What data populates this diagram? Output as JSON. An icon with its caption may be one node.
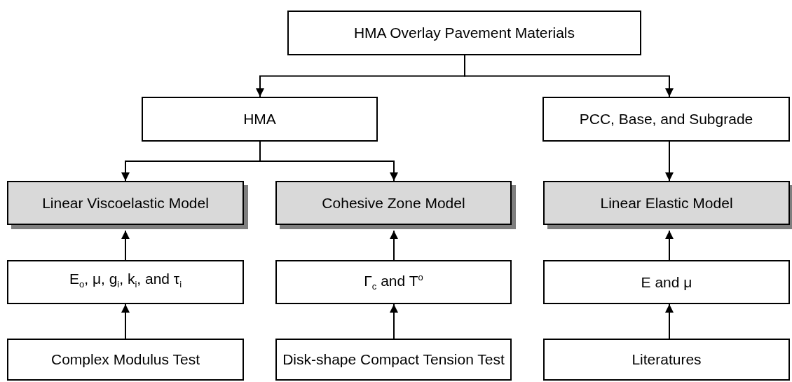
{
  "diagram": {
    "nodes": [
      {
        "text": [
          "HMA Overlay Pavement Materials"
        ]
      },
      {
        "text": [
          "HMA"
        ]
      },
      {
        "text": [
          "PCC, Base, and Subgrade"
        ]
      },
      {
        "text": [
          "Linear Viscoelastic Model"
        ]
      },
      {
        "text": [
          "Cohesive Zone Model"
        ]
      },
      {
        "text": [
          "Linear Elastic Model"
        ]
      },
      {
        "text": [
          "E$_{o}$, μ, g$_{i}$, k$_{i}$, and τ$_{i}$"
        ]
      },
      {
        "text": [
          "Γ$_{c}$ and T$^{o}$"
        ]
      },
      {
        "text": [
          "E and μ"
        ]
      },
      {
        "text": [
          "Complex Modulus Test"
        ]
      },
      {
        "text": [
          "Disk-shape Compact Tension Test"
        ]
      },
      {
        "text": [
          "Literatures"
        ]
      }
    ],
    "edges": [
      {
        "from": 0,
        "to": 1,
        "arrow": "to"
      },
      {
        "from": 0,
        "to": 2,
        "arrow": "to"
      },
      {
        "from": 1,
        "to": 3,
        "arrow": "to"
      },
      {
        "from": 1,
        "to": 4,
        "arrow": "to"
      },
      {
        "from": 2,
        "to": 5,
        "arrow": "to"
      },
      {
        "from": 6,
        "to": 3,
        "arrow": "to"
      },
      {
        "from": 7,
        "to": 4,
        "arrow": "to"
      },
      {
        "from": 8,
        "to": 5,
        "arrow": "to"
      },
      {
        "from": 9,
        "to": 6,
        "arrow": "to"
      },
      {
        "from": 10,
        "to": 7,
        "arrow": "to"
      },
      {
        "from": 11,
        "to": 8,
        "arrow": "to"
      }
    ]
  }
}
